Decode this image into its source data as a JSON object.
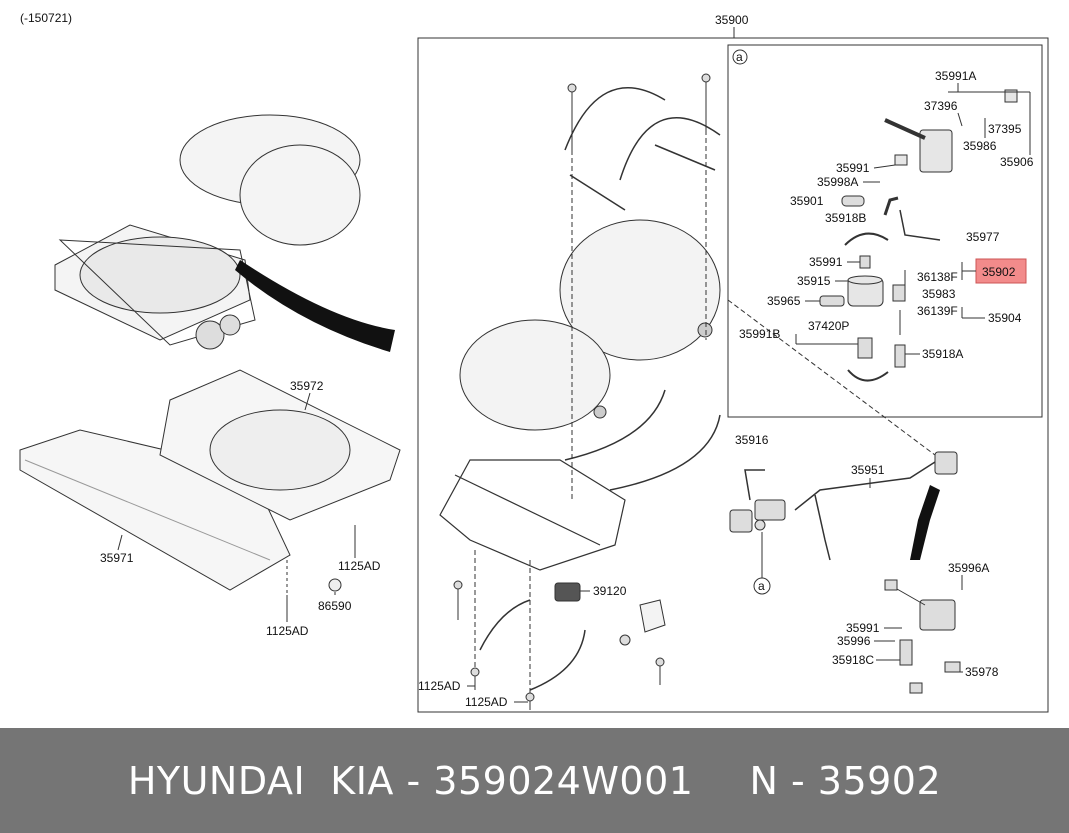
{
  "diagram": {
    "revision": "(-150721)",
    "assembly_label": "35900",
    "detail_marker": "a",
    "callout_marker": "a",
    "highlight_color": "#f28b8b",
    "labels": {
      "p35972": "35972",
      "p35971": "35971",
      "p1125ad_a": "1125AD",
      "p1125ad_b": "1125AD",
      "p1125ad_c": "1125AD",
      "p1125ad_d": "1125AD",
      "p86590": "86590",
      "p39120": "39120",
      "p35916": "35916",
      "p35951": "35951",
      "p35991a": "35991A",
      "p37396": "37396",
      "p37395": "37395",
      "p35986": "35986",
      "p35906": "35906",
      "p35991_a": "35991",
      "p35998a": "35998A",
      "p35901": "35901",
      "p35918b": "35918B",
      "p35977": "35977",
      "p35991_b": "35991",
      "p36138f": "36138F",
      "p35902": "35902",
      "p35915": "35915",
      "p35983": "35983",
      "p35965": "35965",
      "p36139f": "36139F",
      "p35904": "35904",
      "p35991b": "35991B",
      "p37420p": "37420P",
      "p35918a": "35918A",
      "p35996a": "35996A",
      "p35991_c": "35991",
      "p35996": "35996",
      "p35918c": "35918C",
      "p35978": "35978"
    }
  },
  "footer": {
    "brand": "HYUNDAI  KIA - 359024W001",
    "part_number": "N - 35902"
  }
}
